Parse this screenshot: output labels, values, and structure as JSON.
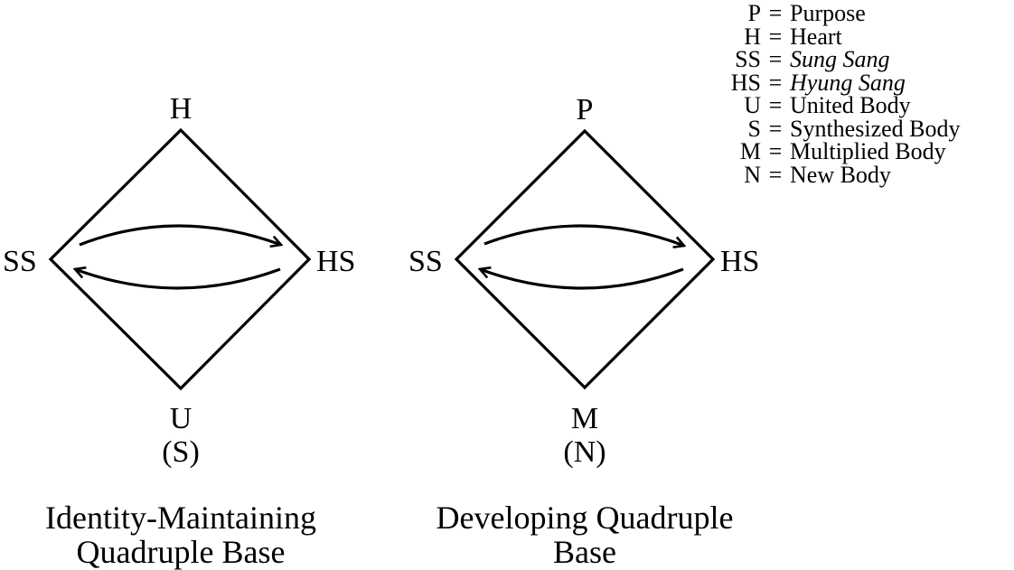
{
  "diagrams": [
    {
      "id": "identity-maintaining",
      "top": "H",
      "left": "SS",
      "right": "HS",
      "bottom": "U",
      "bottom_sub": "(S)",
      "caption_line1": "Identity-Maintaining",
      "caption_line2": "Quadruple Base"
    },
    {
      "id": "developing",
      "top": "P",
      "left": "SS",
      "right": "HS",
      "bottom": "M",
      "bottom_sub": "(N)",
      "caption_line1": "Developing Quadruple",
      "caption_line2": "Base"
    }
  ],
  "legend": [
    {
      "abbr": "P",
      "eq": "=",
      "def": "Purpose",
      "italic": false
    },
    {
      "abbr": "H",
      "eq": "=",
      "def": "Heart",
      "italic": false
    },
    {
      "abbr": "SS",
      "eq": "=",
      "def": "Sung Sang",
      "italic": true
    },
    {
      "abbr": "HS",
      "eq": "=",
      "def": "Hyung Sang",
      "italic": true
    },
    {
      "abbr": "U",
      "eq": "=",
      "def": "United Body",
      "italic": false
    },
    {
      "abbr": "S",
      "eq": "=",
      "def": "Synthesized Body",
      "italic": false
    },
    {
      "abbr": "M",
      "eq": "=",
      "def": "Multiplied Body",
      "italic": false
    },
    {
      "abbr": "N",
      "eq": "=",
      "def": "New Body",
      "italic": false
    }
  ],
  "colors": {
    "ink": "#000000",
    "background": "#ffffff"
  }
}
